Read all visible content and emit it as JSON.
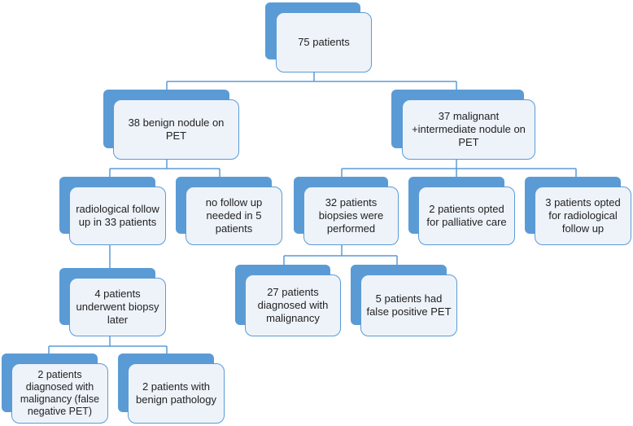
{
  "nodes": {
    "root": "75 patients",
    "benign": "38 benign nodule on PET",
    "malignant": "37 malignant +intermediate nodule on PET",
    "radiological_follow_up": "radiological follow up in 33 patients",
    "no_follow_up": "no follow up needed in 5 patients",
    "biopsy_later": "4 patients underwent biopsy later",
    "false_negative": "2 patients diagnosed with malignancy (false negative PET)",
    "benign_pathology": "2 patients with benign pathology",
    "biopsies_performed": "32 patients biopsies were performed",
    "palliative": "2 patients opted for palliative care",
    "radiological_3": "3 patients opted for radiological follow up",
    "diagnosed_malignancy": "27 patients diagnosed with malignancy",
    "false_positive": "5 patients had false positive PET"
  },
  "colors": {
    "accent": "#5b9bd5",
    "box_fill": "#eef3fa",
    "text": "#222222"
  }
}
